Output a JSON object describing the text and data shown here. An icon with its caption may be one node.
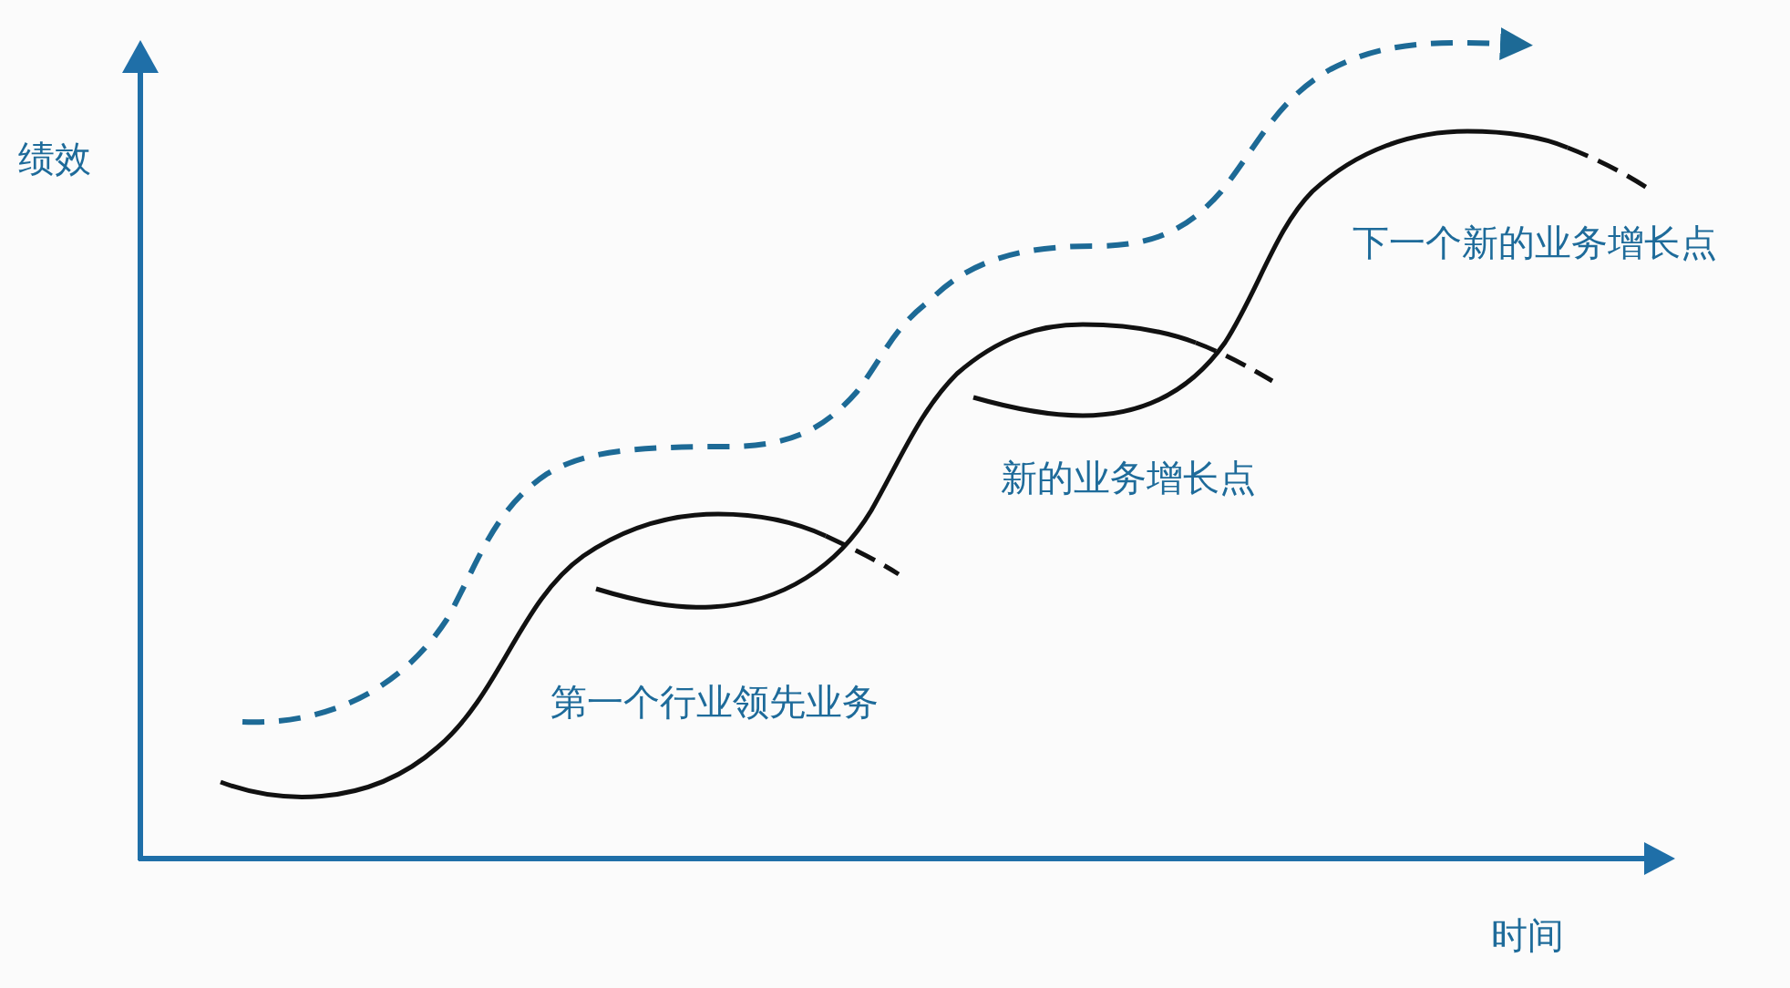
{
  "diagram": {
    "labels": [
      "绩效",
      "下一个新的业务增长点",
      "新的业务增长点",
      "第一个行业领先业务",
      "时间"
    ]
  }
}
